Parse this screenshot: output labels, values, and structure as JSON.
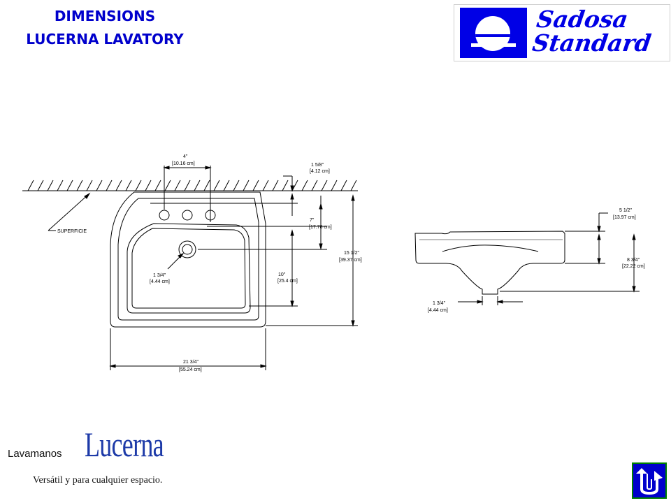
{
  "title": {
    "line1": "DIMENSIONS",
    "line2": "LUCERNA LAVATORY"
  },
  "logo": {
    "line1": "Sadosa",
    "line2": "Standard",
    "color": "#0000e6"
  },
  "top_view": {
    "surface_label": "SUPERFICIE",
    "dims": {
      "faucet_spacing": {
        "in": "4\"",
        "cm": "[10.16 cm]"
      },
      "rim_offset": {
        "in": "1  5/8\"",
        "cm": "[4.12 cm]"
      },
      "holes_to_drain": {
        "in": "7\"",
        "cm": "[17.78 cm]"
      },
      "drain_dia": {
        "in": "1 3/4\"",
        "cm": "[4.44 cm]"
      },
      "drain_to_front": {
        "in": "10\"",
        "cm": "[25.4 cm]"
      },
      "depth": {
        "in": "15 1/2\"",
        "cm": "[39.37 cm]"
      },
      "width": {
        "in": "21 3/4\"",
        "cm": "[55.24 cm]"
      }
    }
  },
  "side_view": {
    "dims": {
      "rim_height": {
        "in": "5 1/2\"",
        "cm": "[13.97 cm]"
      },
      "bowl_height": {
        "in": "8 3/4\"",
        "cm": "[22.22 cm]"
      },
      "outlet_dia": {
        "in": "1 3/4\"",
        "cm": "[4.44 cm]"
      }
    }
  },
  "brand": {
    "prefix": "Lavamanos",
    "name": "Lucerna",
    "tagline": "Versátil y para cualquier espacio.",
    "name_color": "#1d3aa8"
  },
  "nav": {
    "icon": "u-turn-back-icon",
    "bg": "#0000cc",
    "border": "#008000"
  }
}
